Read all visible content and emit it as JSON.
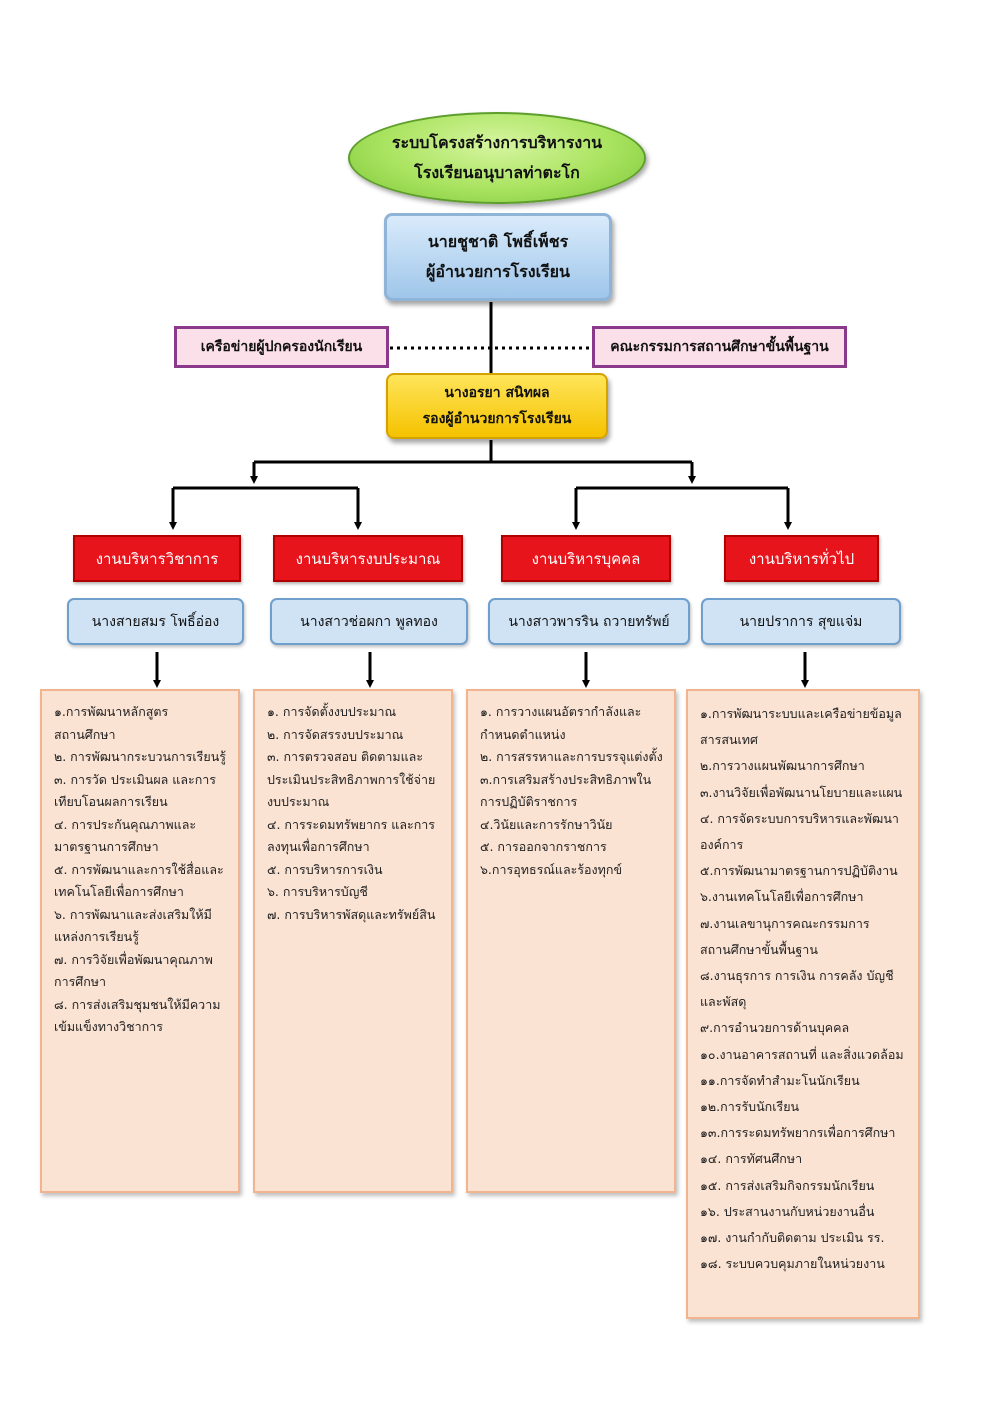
{
  "title": {
    "line1": "ระบบโครงสร้างการบริหารงาน",
    "line2": "โรงเรียนอนุบาลท่าตะโก"
  },
  "director": {
    "name": "นายชูชาติ  โพธิ์เพ็ชร",
    "position": "ผู้อำนวยการโรงเรียน"
  },
  "network": "เครือข่ายผู้ปกครองนักเรียน",
  "committee": "คณะกรรมการสถานศึกษาขั้นพื้นฐาน",
  "deputy": {
    "name": "นางอรยา สนิทผล",
    "position": "รองผู้อำนวยการโรงเรียน"
  },
  "departments": [
    {
      "name": "งานบริหารวิชาการ",
      "head": "นางสายสมร  โพธิ์อ่อง",
      "tasks": [
        "๑.การพัฒนาหลักสูตร",
        "สถานศึกษา",
        "๒. การพัฒนากระบวนการเรียนรู้",
        "๓. การวัด ประเมินผล และการ",
        "เทียบโอนผลการเรียน",
        "๔. การประกันคุณภาพและ",
        "มาตรฐานการศึกษา",
        "๕. การพัฒนาและการใช้สื่อและ",
        "เทคโนโลยีเพื่อการศึกษา",
        "๖. การพัฒนาและส่งเสริมให้มี",
        "แหล่งการเรียนรู้",
        "๗. การวิจัยเพื่อพัฒนาคุณภาพ",
        "การศึกษา",
        "๘. การส่งเสริมชุมชนให้มีความ",
        "เข้มแข็งทางวิชาการ"
      ]
    },
    {
      "name": "งานบริหารงบประมาณ",
      "head": "นางสาวช่อผกา  พูลทอง",
      "tasks": [
        "๑. การจัดตั้งงบประมาณ",
        "๒. การจัดสรรงบประมาณ",
        "๓. การตรวจสอบ ติดตามและ",
        "ประเมินประสิทธิภาพการใช้จ่าย",
        "งบประมาณ",
        "๔. การระดมทรัพยากร และการ",
        "ลงทุนเพื่อการศึกษา",
        "๕. การบริหารการเงิน",
        "๖. การบริหารบัญชี",
        "๗. การบริหารพัสดุและทรัพย์สิน"
      ]
    },
    {
      "name": "งานบริหารบุคคล",
      "head": "นางสาวพารริน  ถวายทรัพย์",
      "tasks": [
        "๑. การวางแผนอัตรากำลังและ",
        "กำหนดตำแหน่ง",
        "๒. การสรรหาและการบรรจุแต่งตั้ง",
        "๓.การเสริมสร้างประสิทธิภาพใน",
        "การปฏิบัติราชการ",
        "๔.วินัยและการรักษาวินัย",
        "๕. การออกจากราชการ",
        "๖.การอุทธรณ์และร้องทุกข์"
      ]
    },
    {
      "name": "งานบริหารทั่วไป",
      "head": "นายปราการ สุขแจ่ม",
      "tasks": [
        "๑.การพัฒนาระบบและเครือข่ายข้อมูล",
        "สารสนเทศ",
        "๒.การวางแผนพัฒนาการศึกษา",
        "๓.งานวิจัยเพื่อพัฒนานโยบายและแผน",
        "๔. การจัดระบบการบริหารและพัฒนา",
        "องค์การ",
        "๕.การพัฒนามาตรฐานการปฏิบัติงาน",
        "๖.งานเทคโนโลยีเพื่อการศึกษา",
        "๗.งานเลขานุการคณะกรรมการ",
        "สถานศึกษาขั้นพื้นฐาน",
        "๘.งานธุรการ การเงิน การคลัง บัญชี",
        "และพัสดุ",
        "๙.การอำนวยการด้านบุคคล",
        "๑๐.งานอาคารสถานที่ และสิ่งแวดล้อม",
        "๑๑.การจัดทำสำมะโนนักเรียน",
        "๑๒.การรับนักเรียน",
        "๑๓.การระดมทรัพยากรเพื่อการศึกษา",
        "๑๔. การทัศนศึกษา",
        "๑๕. การส่งเสริมกิจกรรมนักเรียน",
        "๑๖. ประสานงานกับหน่วยงานอื่น",
        "๑๗. งานกำกับติดตาม ประเมิน รร.",
        "๑๘. ระบบควบคุมภายในหน่วยงาน"
      ]
    }
  ]
}
